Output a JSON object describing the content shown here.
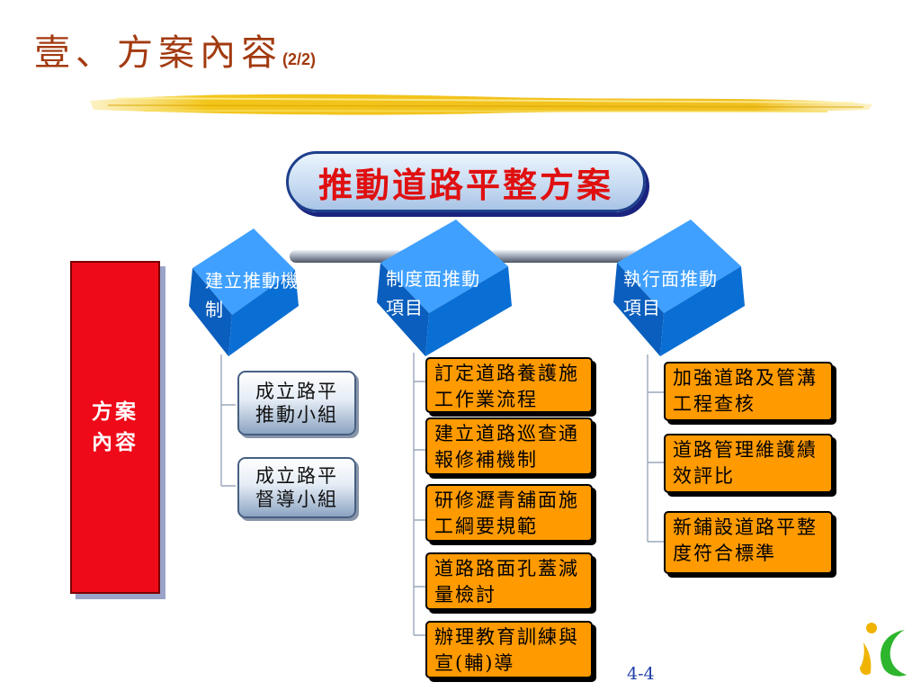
{
  "title": {
    "main": "壹、方案內容",
    "suffix": "(2/2)"
  },
  "main_plan": "推動道路平整方案",
  "side_label": "方案內容",
  "categories": [
    {
      "label": "建立推動機制"
    },
    {
      "label": "制度面推動項目"
    },
    {
      "label": "執行面推動項目"
    }
  ],
  "mechanism_items": [
    "成立路平推動小組",
    "成立路平督導小組"
  ],
  "system_items": [
    "訂定道路養護施工作業流程",
    "建立道路巡查通報修補機制",
    "研修瀝青舖面施工綱要規範",
    "道路路面孔蓋減量檢討",
    "辦理教育訓練與宣(輔)導"
  ],
  "execution_items": [
    "加強道路及管溝工程查核",
    "道路管理維護績效評比",
    "新鋪設道路平整度符合標準"
  ],
  "page_number": "4-4",
  "colors": {
    "title": "#a23a10",
    "plan_text": "#e01010",
    "side_box": "#ee0a18",
    "cube": "#0a6fd4",
    "orange": "#ff9a00",
    "page_number": "#1f3ea8",
    "logo_green": "#2db52d",
    "logo_yellow": "#f0b400"
  }
}
